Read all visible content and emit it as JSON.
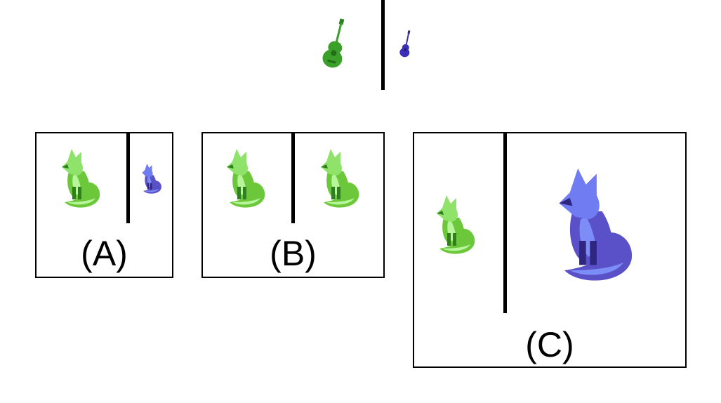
{
  "colors": {
    "green_light": "#8fe36a",
    "green_mid": "#6cc83a",
    "green_dark": "#2f7e1f",
    "green_accent": "#b6f59a",
    "blue_light": "#6f7cf2",
    "blue_mid": "#5a50c8",
    "blue_dark": "#2f2680",
    "blue_accent": "#7d8df8",
    "guitar_green": "#3aa02a",
    "guitar_blue": "#3c2fb8",
    "line": "#000000"
  },
  "top": {
    "left_icon": "green-guitar-icon",
    "right_icon": "blue-guitar-icon"
  },
  "panels": [
    {
      "label": "(A)",
      "left_icon": "green-fox-icon",
      "right_icon": "blue-fox-icon"
    },
    {
      "label": "(B)",
      "left_icon": "green-fox-icon",
      "right_icon": "green-fox-icon"
    },
    {
      "label": "(C)",
      "left_icon": "green-fox-icon",
      "right_icon": "blue-fox-icon"
    }
  ]
}
